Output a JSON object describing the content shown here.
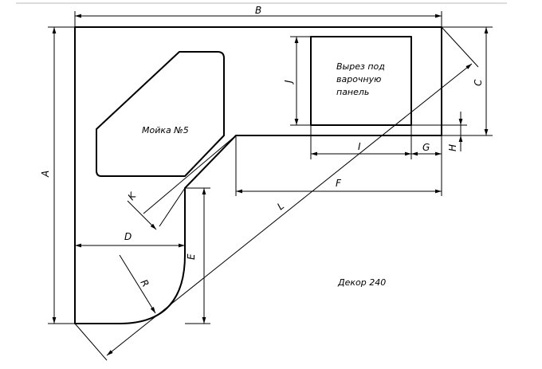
{
  "labels": {
    "A": "A",
    "B": "B",
    "C": "C",
    "D": "D",
    "E": "E",
    "F": "F",
    "G": "G",
    "H": "H",
    "I": "I",
    "J": "J",
    "K": "K",
    "L": "L",
    "R": "R"
  },
  "sink": {
    "label": "Мойка №5"
  },
  "hob_cutout": {
    "line1": "Вырез под",
    "line2": "варочную",
    "line3": "панель"
  },
  "decor": "Декор 240"
}
